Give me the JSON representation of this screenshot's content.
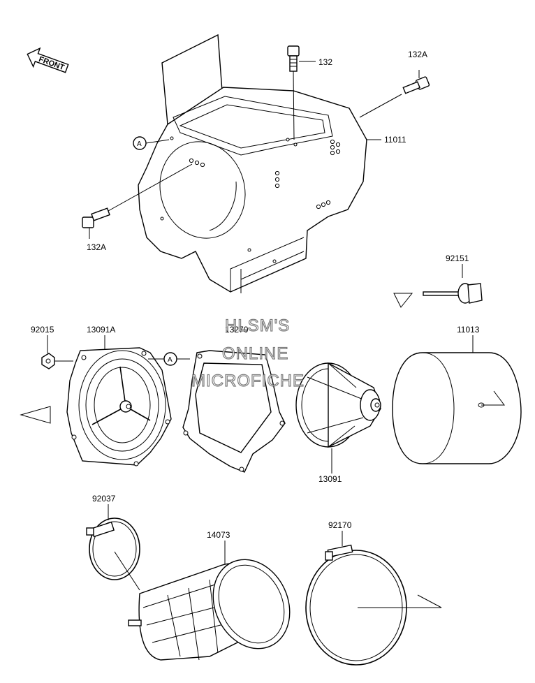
{
  "front_arrow": {
    "text": "FRONT"
  },
  "callouts": {
    "a_top": "A",
    "a_mid": "A"
  },
  "part_numbers": {
    "p132": "132",
    "p132a_right": "132A",
    "p11011": "11011",
    "p132a_left": "132A",
    "p92151": "92151",
    "p92015": "92015",
    "p13091a": "13091A",
    "p13270": "13270",
    "p11013": "11013",
    "p13091": "13091",
    "p92037": "92037",
    "p14073": "14073",
    "p92170": "92170"
  },
  "watermark": {
    "line1": "HLSM'S",
    "line2": "ONLINE",
    "line3": "MICROFICHE"
  }
}
